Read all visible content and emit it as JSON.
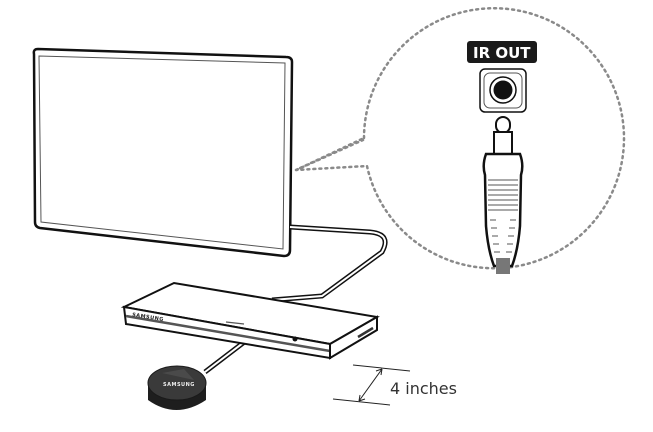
{
  "diagram": {
    "callout": {
      "port_label": "IR OUT"
    },
    "set_top_box": {
      "brand": "SAMSUNG"
    },
    "ir_blaster": {
      "brand": "SAMSUNG"
    },
    "dimension": {
      "label": "4 inches"
    },
    "colors": {
      "line": "#111111",
      "label_bg": "#1a1a1a",
      "dots": "#8a8a8a",
      "cable_gray": "#777777",
      "blaster_body": "#2a2a2a"
    }
  }
}
